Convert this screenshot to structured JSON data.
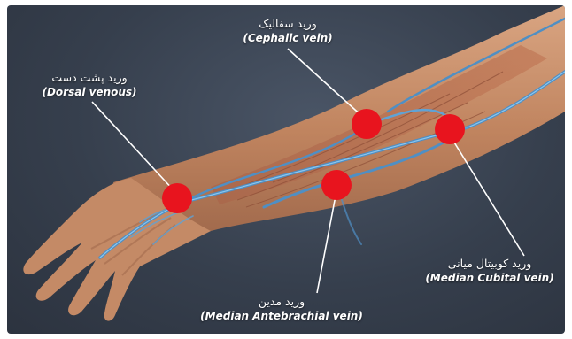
{
  "colors": {
    "background": "#343c49",
    "skin": "#c98f6e",
    "vein": "#5fa3d6",
    "marker": "#e8141e",
    "leader_line": "#ffffff",
    "text": "#ffffff"
  },
  "labels": {
    "cephalic": {
      "fa": "ورید سفالیک",
      "en": "(Cephalic vein)"
    },
    "dorsal": {
      "fa": "ورید پشت دست",
      "en": "(Dorsal venous)"
    },
    "median_cubital": {
      "fa": "ورید کوبیتال میانی",
      "en": "(Median Cubital vein)"
    },
    "median_antebrachial": {
      "fa": "ورید مدین",
      "en": "(Median Antebrachial vein)"
    }
  }
}
